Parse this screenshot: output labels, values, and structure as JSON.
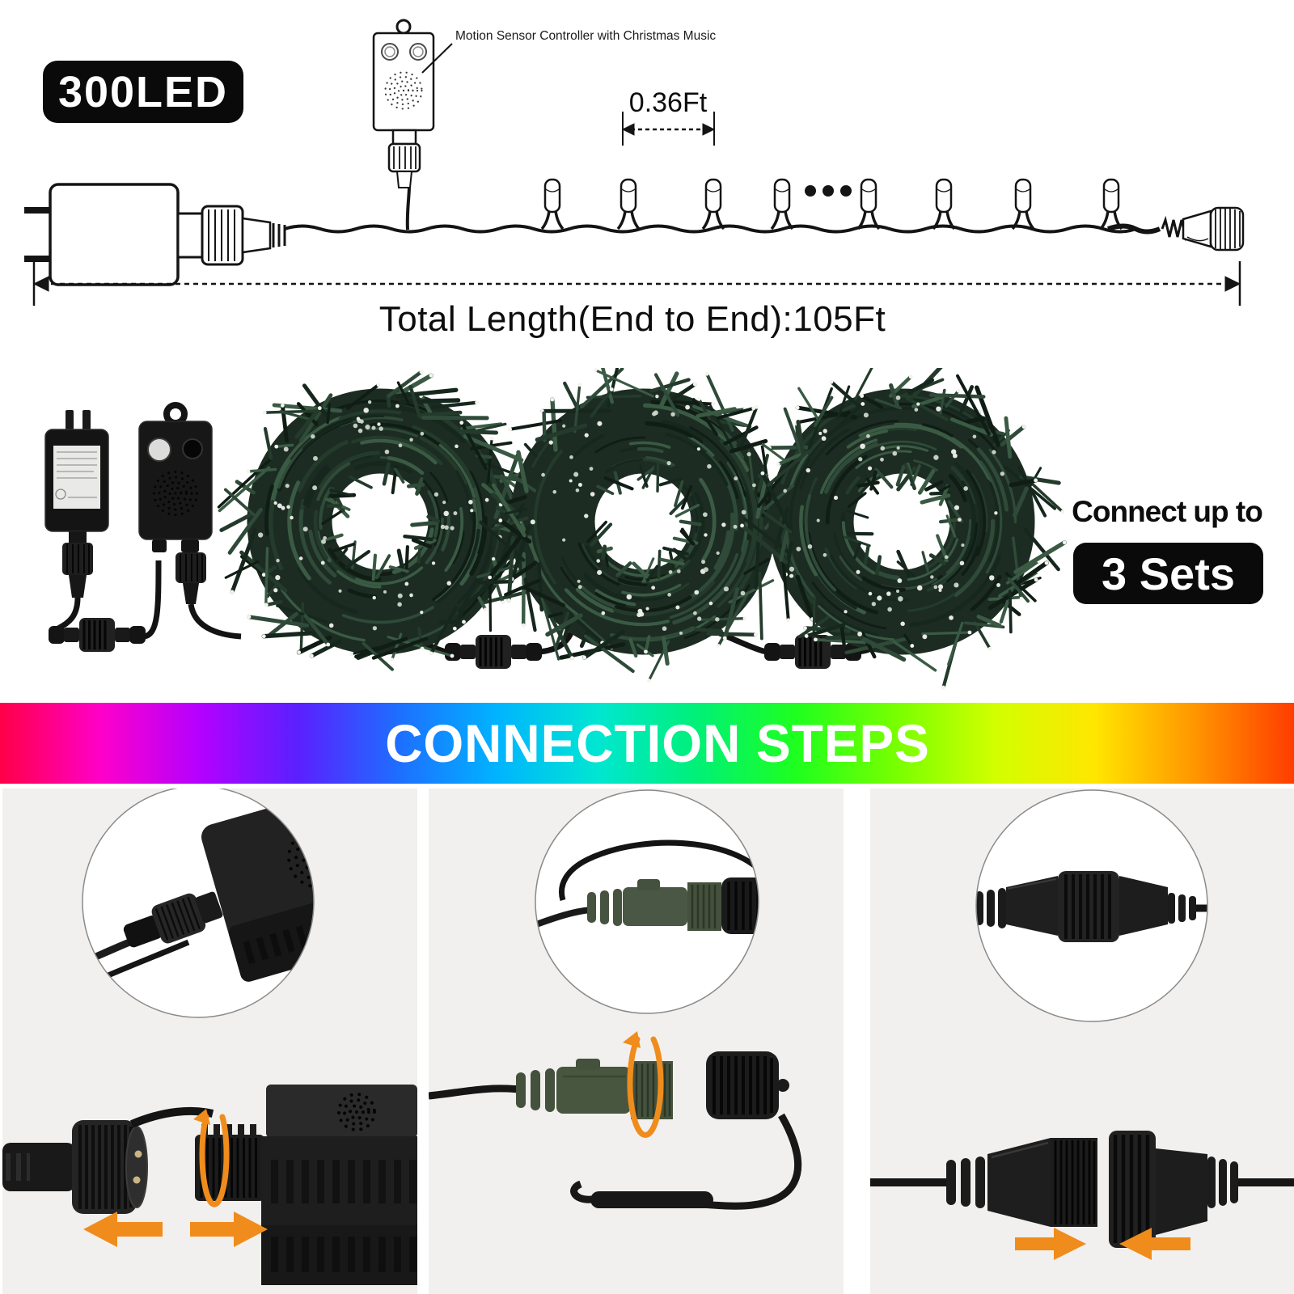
{
  "product_diagram": {
    "led_badge": "300LED",
    "controller_label": "Motion Sensor Controller with Christmas Music",
    "bulb_spacing": "0.36Ft",
    "total_length": "Total Length(End to End):105Ft",
    "bulbs_shown": 8
  },
  "set_info": {
    "connect_up_to": "Connect up to",
    "sets_badge": "3 Sets",
    "coil_count": 3
  },
  "banner": {
    "title": "CONNECTION STEPS",
    "text_color": "#ffffff",
    "gradient": [
      "#ff0048",
      "#ff00c8",
      "#b400ff",
      "#5a20ff",
      "#1e6eff",
      "#00b4ff",
      "#00e6d2",
      "#00f078",
      "#1eff1e",
      "#78ff00",
      "#d2ff00",
      "#ffe600",
      "#ff9600",
      "#ff3c00"
    ]
  },
  "colors": {
    "badge_bg": "#0a0a0a",
    "line_art": "#141414",
    "arrow_orange": "#ef8c1c",
    "coil_green": "#1d2e24",
    "connector_green": "#49563f",
    "panel_bg": "#f1f0ee"
  }
}
